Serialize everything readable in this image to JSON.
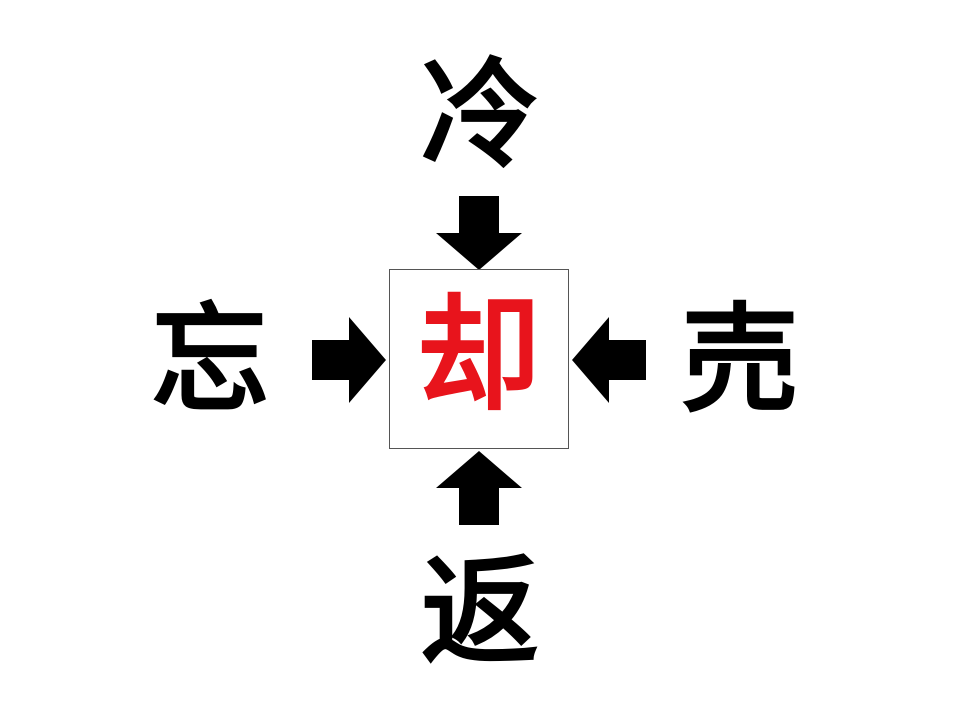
{
  "puzzle": {
    "top_kanji": "冷",
    "left_kanji": "忘",
    "right_kanji": "売",
    "bottom_kanji": "返",
    "answer_kanji": "却"
  },
  "colors": {
    "text": "#000000",
    "answer": "#e8141c",
    "arrow": "#000000",
    "box_border": "#555555",
    "background": "#ffffff"
  },
  "icons": {
    "top": "arrow-down-icon",
    "bottom": "arrow-up-icon",
    "left": "arrow-right-icon",
    "right": "arrow-left-icon"
  }
}
